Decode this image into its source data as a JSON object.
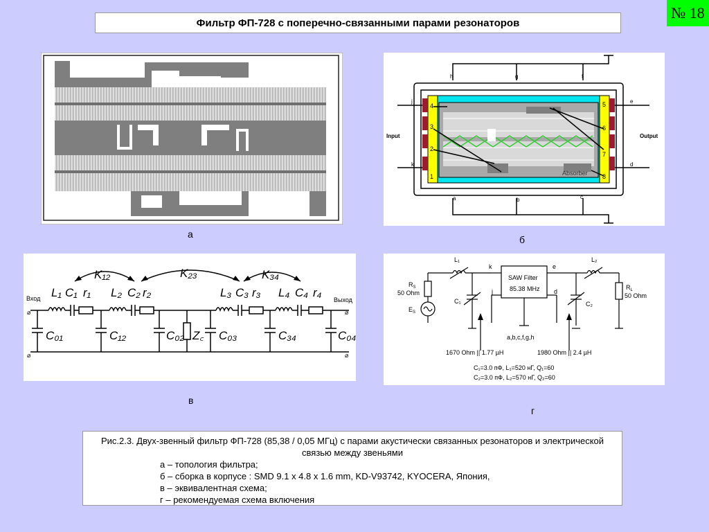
{
  "title": "Фильтр ФП-728 с поперечно-связанными парами резонаторов",
  "slide_number": "№ 18",
  "panel_labels": {
    "a": "а",
    "b": "б",
    "v": "в",
    "g": "г"
  },
  "figure_b": {
    "pins_top": [
      "h",
      "g",
      "f"
    ],
    "pins_bottom": [
      "a",
      "b",
      "c"
    ],
    "pins_left": [
      "j",
      "k"
    ],
    "pins_right": [
      "e",
      "d"
    ],
    "input": "Input",
    "output": "Output",
    "absorber": "Absorber",
    "pad_numbers": [
      "4",
      "3",
      "2",
      "1",
      "5",
      "6",
      "7",
      "8"
    ]
  },
  "figure_v": {
    "k12": "K₁₂",
    "k23": "K₂₃",
    "k34": "K₃₄",
    "input": "Вход",
    "output": "Выход",
    "l1": "L₁",
    "c1": "C₁",
    "r1": "r₁",
    "l2": "L₂",
    "c2": "C₂",
    "r2": "r₂",
    "l3": "L₃",
    "c3": "C₃",
    "r3": "r₃",
    "l4": "L₄",
    "c4": "C₄",
    "r4": "r₄",
    "c01": "C₀₁",
    "c12": "C₁₂",
    "c02": "C₀₂",
    "zc": "Z꜀",
    "c03": "C₀₃",
    "c34": "C₃₄",
    "c04": "C₀₄"
  },
  "figure_g": {
    "l1": "L₁",
    "l2": "L₂",
    "rs": "R",
    "rs_sub": "S",
    "rs_val": "50 Ohm",
    "es": "E",
    "es_sub": "S",
    "rl": "R",
    "rl_sub": "L",
    "rl_val": "50 Ohm",
    "c1": "C₁",
    "c2": "C₂",
    "pin_k": "k",
    "pin_e": "e",
    "pin_j": "j",
    "pin_d": "d",
    "saw1": "SAW  Filter",
    "saw2": "85.38 MHz",
    "gnd_pins": "a,b,c,f,g,h",
    "z1": "1670 Ohm || 1.77 µH",
    "z2": "1980 Ohm || 2.4 µH",
    "params1": "C₁=3.0 пФ, L₁=520 нГ, Q₁=60",
    "params2": "C₂=3.0 пФ, L₂=570 нГ, Q₂=60"
  },
  "caption": {
    "main": "Рис.2.3. Двух-звенный фильтр ФП-728 (85,38 / 0,05 МГц) с парами акустически связанных резонаторов и электрической связью между звеньями",
    "items": [
      "а – топология фильтра;",
      "б – сборка в корпусе : SMD 9.1 x 4.8 x 1.6 mm, KD-V93742, KYOCERA, Япония,",
      "в – эквивалентная схема;",
      "г – рекомендуемая схема включения"
    ]
  }
}
